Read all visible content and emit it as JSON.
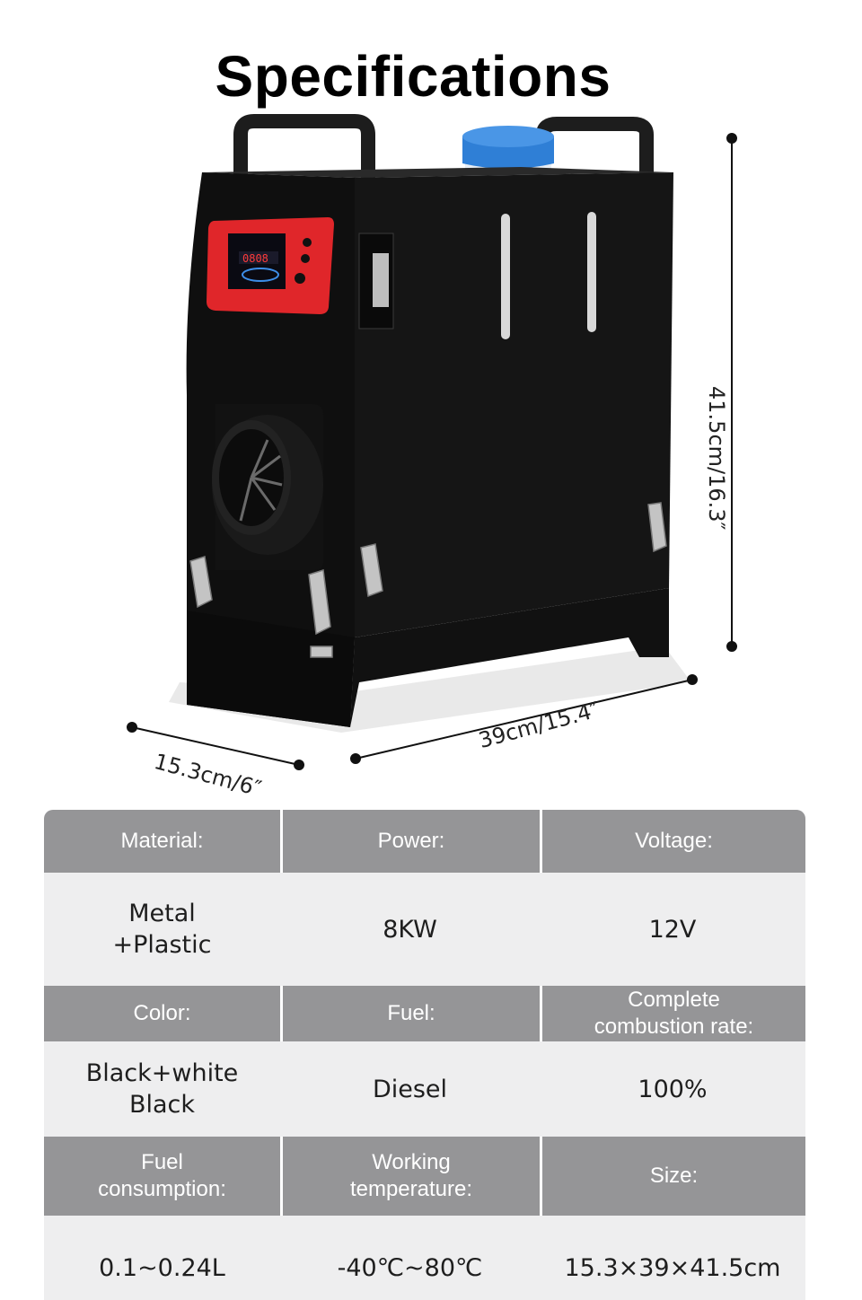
{
  "title": "Specifications",
  "dimensions": {
    "height": "41.5cm/16.3″",
    "width": "39cm/15.4″",
    "depth": "15.3cm/6″"
  },
  "colors": {
    "header_bg": "#959597",
    "value_bg": "#eeeeef",
    "body": "#151515",
    "panel_red": "#e0262a",
    "cap_blue": "#2f7fd6"
  },
  "specs": [
    {
      "headers": [
        "Material:",
        "Power:",
        "Voltage:"
      ],
      "values": [
        "Metal\n+Plastic",
        "8KW",
        "12V"
      ]
    },
    {
      "headers": [
        "Color:",
        "Fuel:",
        "Complete\ncombustion rate:"
      ],
      "values": [
        "Black+white\nBlack",
        "Diesel",
        "100%"
      ]
    },
    {
      "headers": [
        "Fuel\nconsumption:",
        "Working\ntemperature:",
        "Size:"
      ],
      "values": [
        "0.1~0.24L",
        "-40℃~80℃",
        "15.3×39×41.5cm"
      ]
    }
  ]
}
